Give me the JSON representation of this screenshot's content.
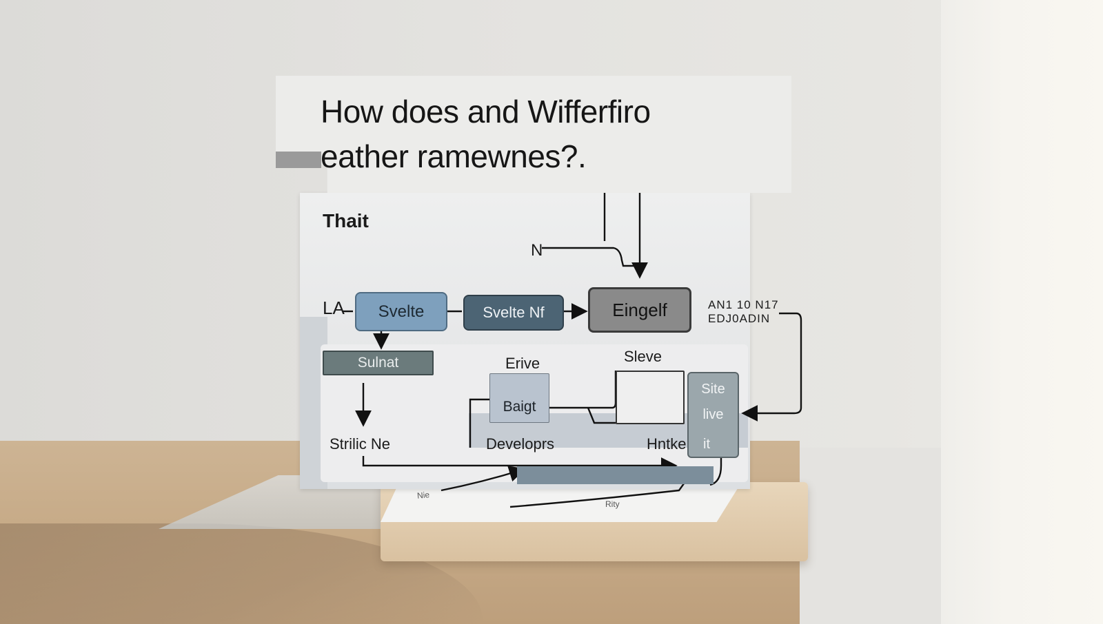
{
  "title": {
    "line1": "How does and Wifferfiro",
    "line2": "eather ramewnes?."
  },
  "diagram": {
    "corner_label": "Thait",
    "n_label": "N",
    "la_label": "LA",
    "node_svelte": "Svelte",
    "node_svelte_nf": "Svelte Nf",
    "node_eingelf": "Eingelf",
    "annotation_line1": "AN1 10 N17",
    "annotation_line2": "EDJ0ADIN",
    "node_sulnat": "Sulnat",
    "label_erive": "Erive",
    "label_sleve": "Sleve",
    "node_baigt": "Baigt",
    "node_site_top": "Site",
    "node_site_mid": "live",
    "node_site_bottom": "it",
    "label_strilic": "Strilic Ne",
    "label_develop": "Developrs",
    "label_hntke": "Hntke"
  },
  "paper": {
    "text_left": "Nie",
    "text_right": "Rity"
  }
}
